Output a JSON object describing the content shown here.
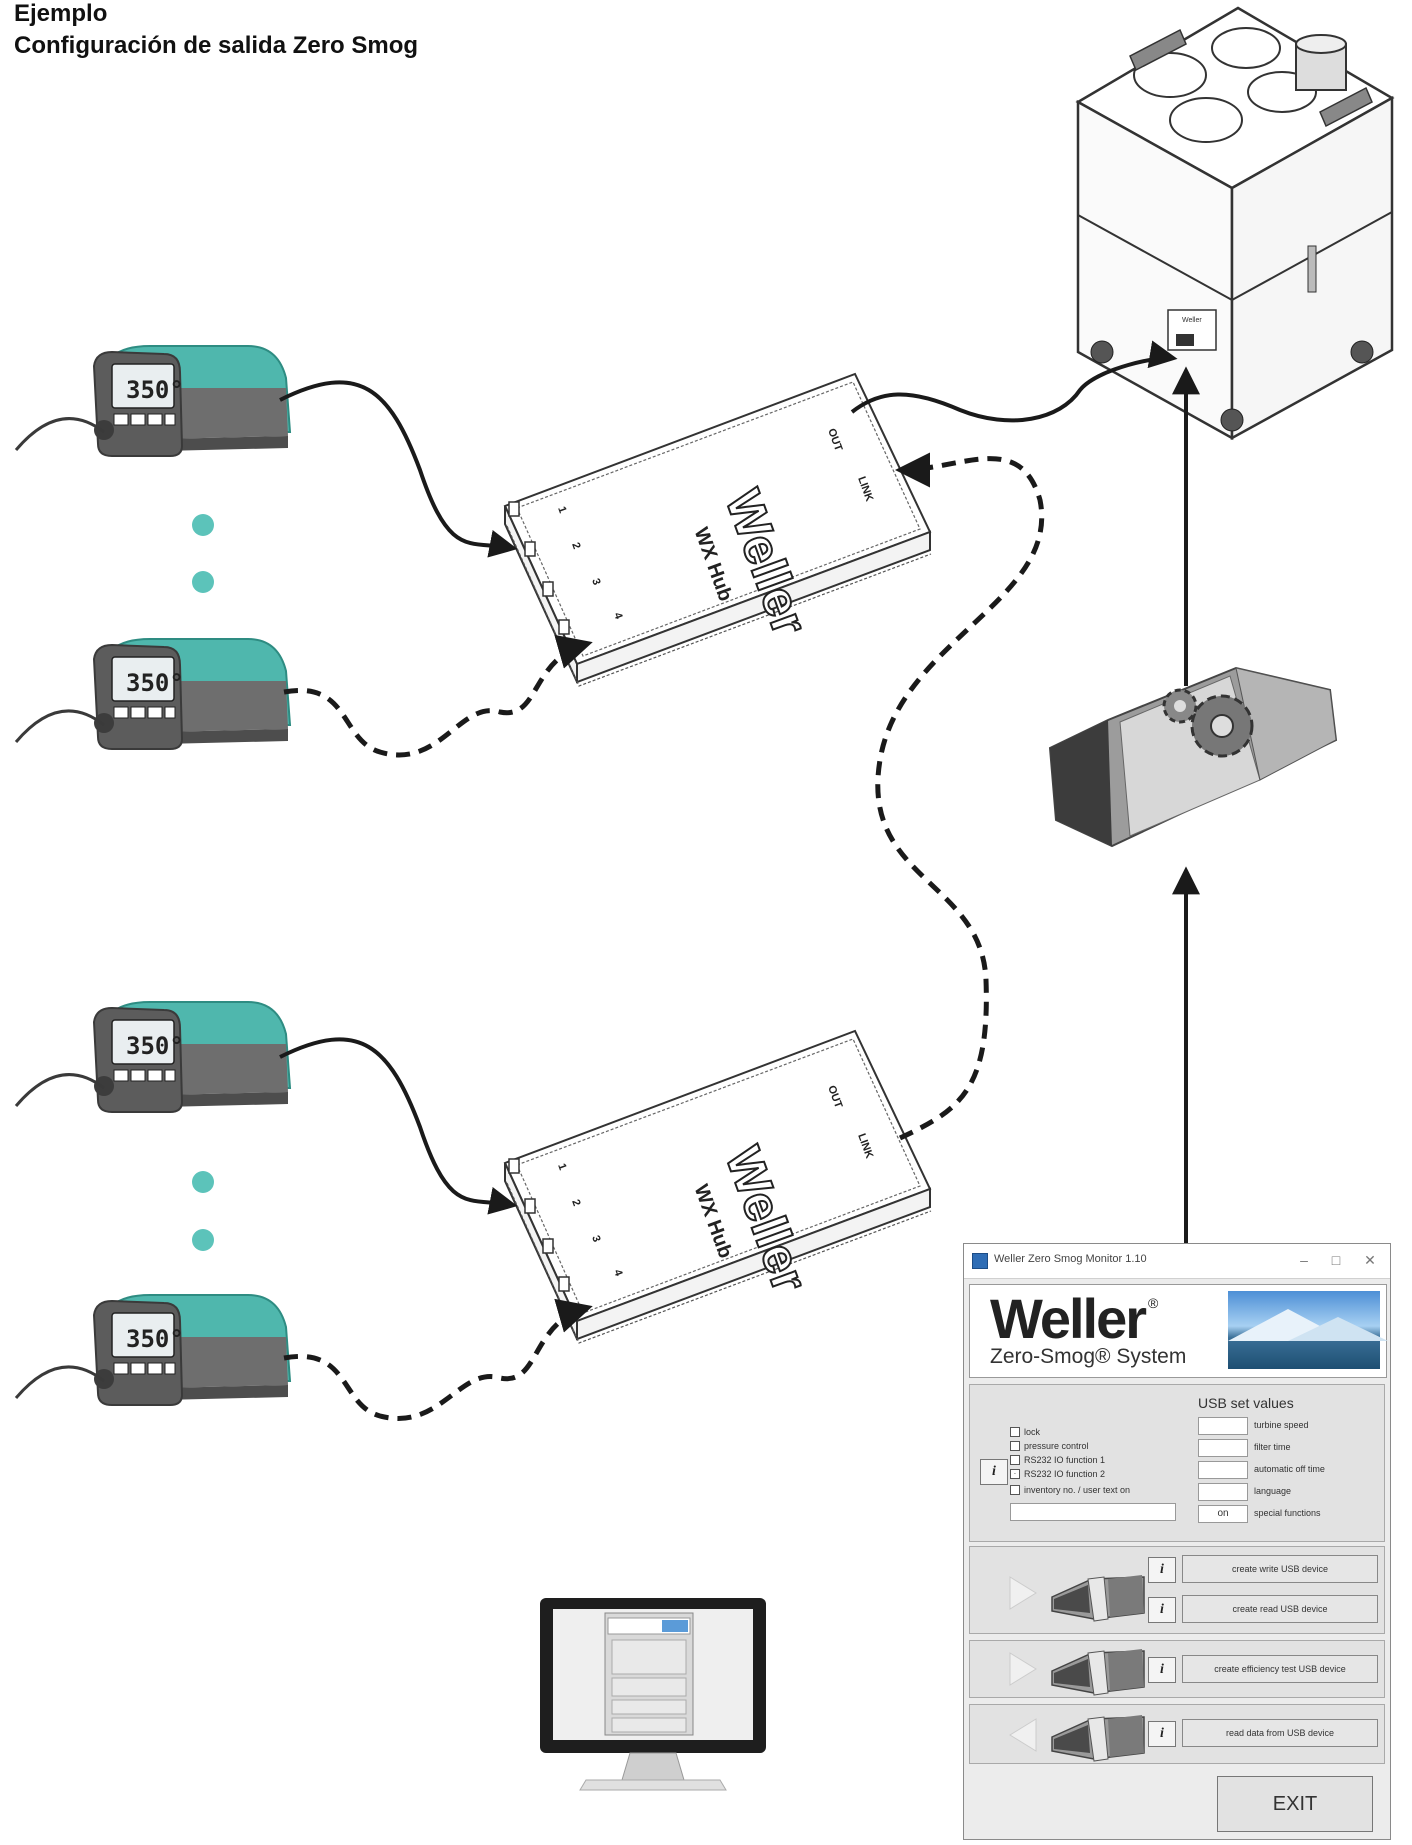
{
  "heading": {
    "line1": "Ejemplo",
    "line2": "Configuración de salida Zero Smog"
  },
  "station": {
    "display": "350°"
  },
  "hub": {
    "brand": "Weller",
    "model": "WX Hub",
    "port_out": "OUT",
    "port_link": "LINK",
    "ports_in": [
      "1",
      "2",
      "3",
      "4"
    ]
  },
  "extractor": {
    "brand": "Weller"
  },
  "monitor_app": {
    "title": "Weller Zero Smog Monitor 1.10",
    "brand": "Weller",
    "brand_mark": "®",
    "system": "Zero-Smog® System",
    "options": [
      {
        "label": "lock",
        "checked": false
      },
      {
        "label": "pressure control",
        "checked": false
      },
      {
        "label": "RS232 IO function 1",
        "checked": false
      },
      {
        "label": "RS232 IO function 2",
        "checked": true
      },
      {
        "label": "inventory no. / user text on",
        "checked": false
      }
    ],
    "usb_title": "USB set values",
    "usb_values": [
      {
        "label": "turbine speed",
        "value": ""
      },
      {
        "label": "filter time",
        "value": ""
      },
      {
        "label": "automatic off time",
        "value": ""
      },
      {
        "label": "language",
        "value": ""
      },
      {
        "label": "special functions",
        "value": "on"
      }
    ],
    "info_symbol": "i",
    "buttons": {
      "write_usb": "create write USB device",
      "read_usb": "create read USB device",
      "efficiency_usb": "create efficiency test USB device",
      "read_data": "read data from USB device",
      "exit": "EXIT"
    },
    "window_controls": {
      "minimize": "–",
      "maximize": "□",
      "close": "✕"
    }
  },
  "colors": {
    "station_teal": "#4fb7ad",
    "dot_teal": "#5cc3ba",
    "line": "#1a1a1a"
  }
}
